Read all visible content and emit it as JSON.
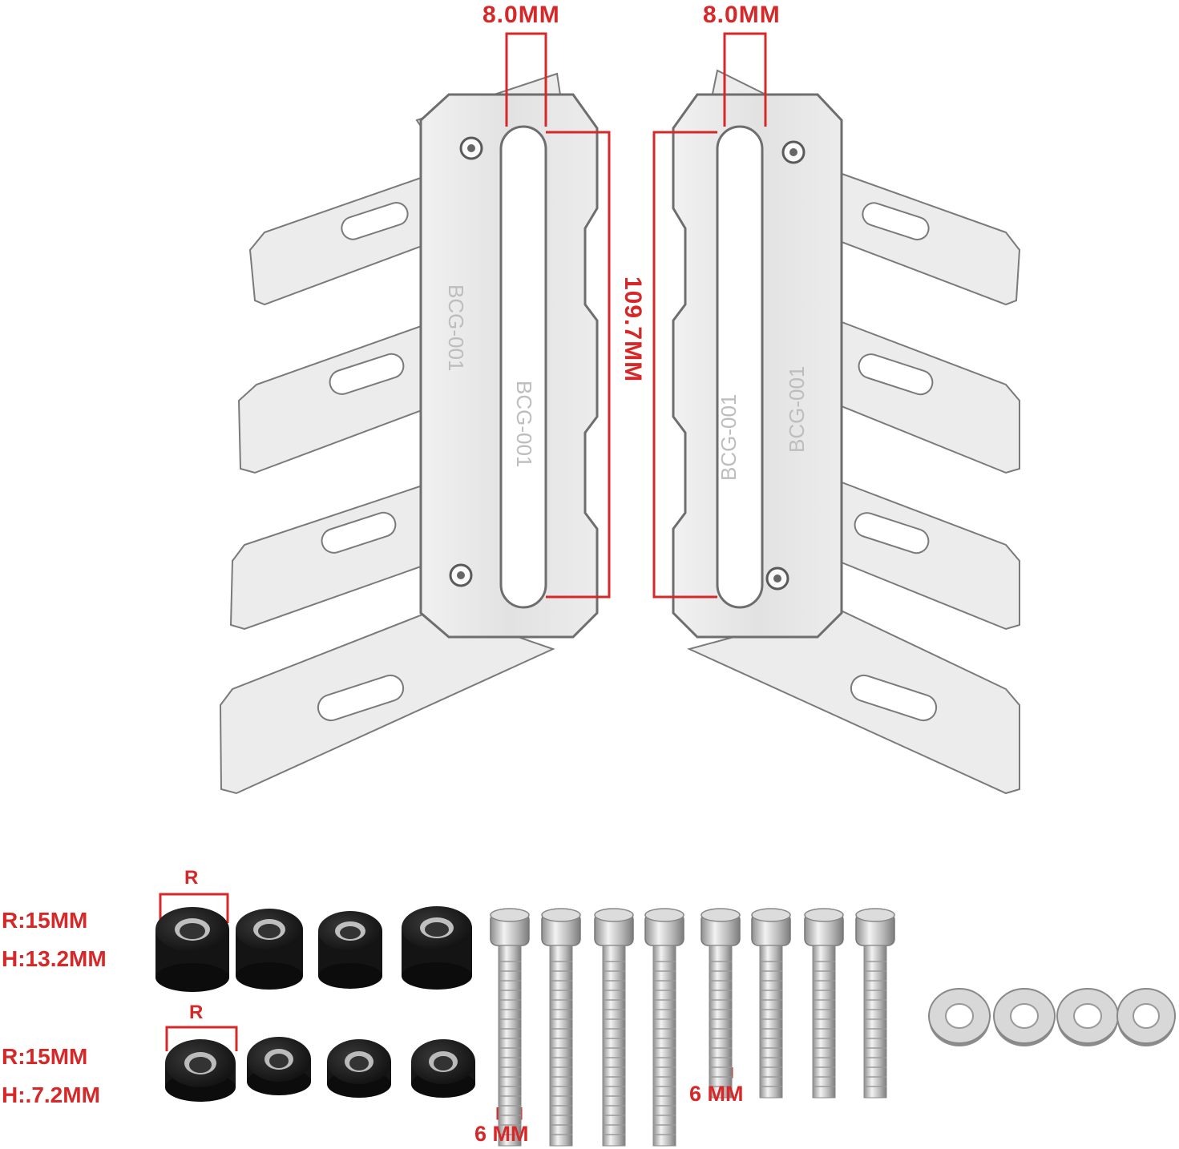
{
  "dimensions": {
    "left_slot_width": "8.0MM",
    "right_slot_width": "8.0MM",
    "slot_length": "109.7MM"
  },
  "plate_marking": "BCG-001",
  "spacers": {
    "tall": {
      "radius_marker": "R",
      "radius": "R:15MM",
      "height": "H:13.2MM",
      "count": 4
    },
    "short": {
      "radius_marker": "R",
      "radius": "R:15MM",
      "height": "H:.7.2MM",
      "count": 4
    }
  },
  "bolts": {
    "left_group_label": "6 MM",
    "right_group_label": "6 MM",
    "count": 8
  },
  "washers": {
    "count": 4
  },
  "colors": {
    "annotation": "#d62828",
    "plate": "#e6e6e6",
    "outline": "#7a7a7a",
    "spacer": "#1c1c1c",
    "steel": "#bdbdbd"
  }
}
